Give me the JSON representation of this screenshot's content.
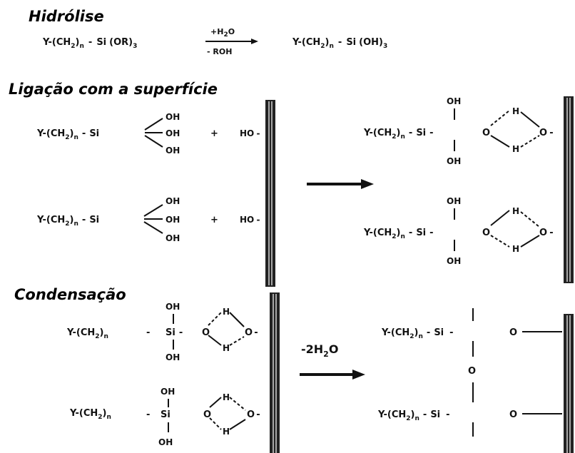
{
  "headings": {
    "hydrolysis": "Hidrólise",
    "surface_bond": "Ligação com a superfície",
    "condensation": "Condensação"
  },
  "labels": {
    "chain_prefix": "Y-(CH",
    "sub_2": "2",
    "chain_suffix": ")",
    "sub_n": "n",
    "si": "Si",
    "or3": "(OR)",
    "oh3": "(OH)",
    "sub_3": "3",
    "oh": "OH",
    "o": "O",
    "h": "H",
    "ho": "HO",
    "dash": "-",
    "plus": "+",
    "water_plus": "+H",
    "water_o": "O",
    "minus_roh": "- ROH",
    "minus_water": "-2H",
    "minus_water_o": "O"
  }
}
